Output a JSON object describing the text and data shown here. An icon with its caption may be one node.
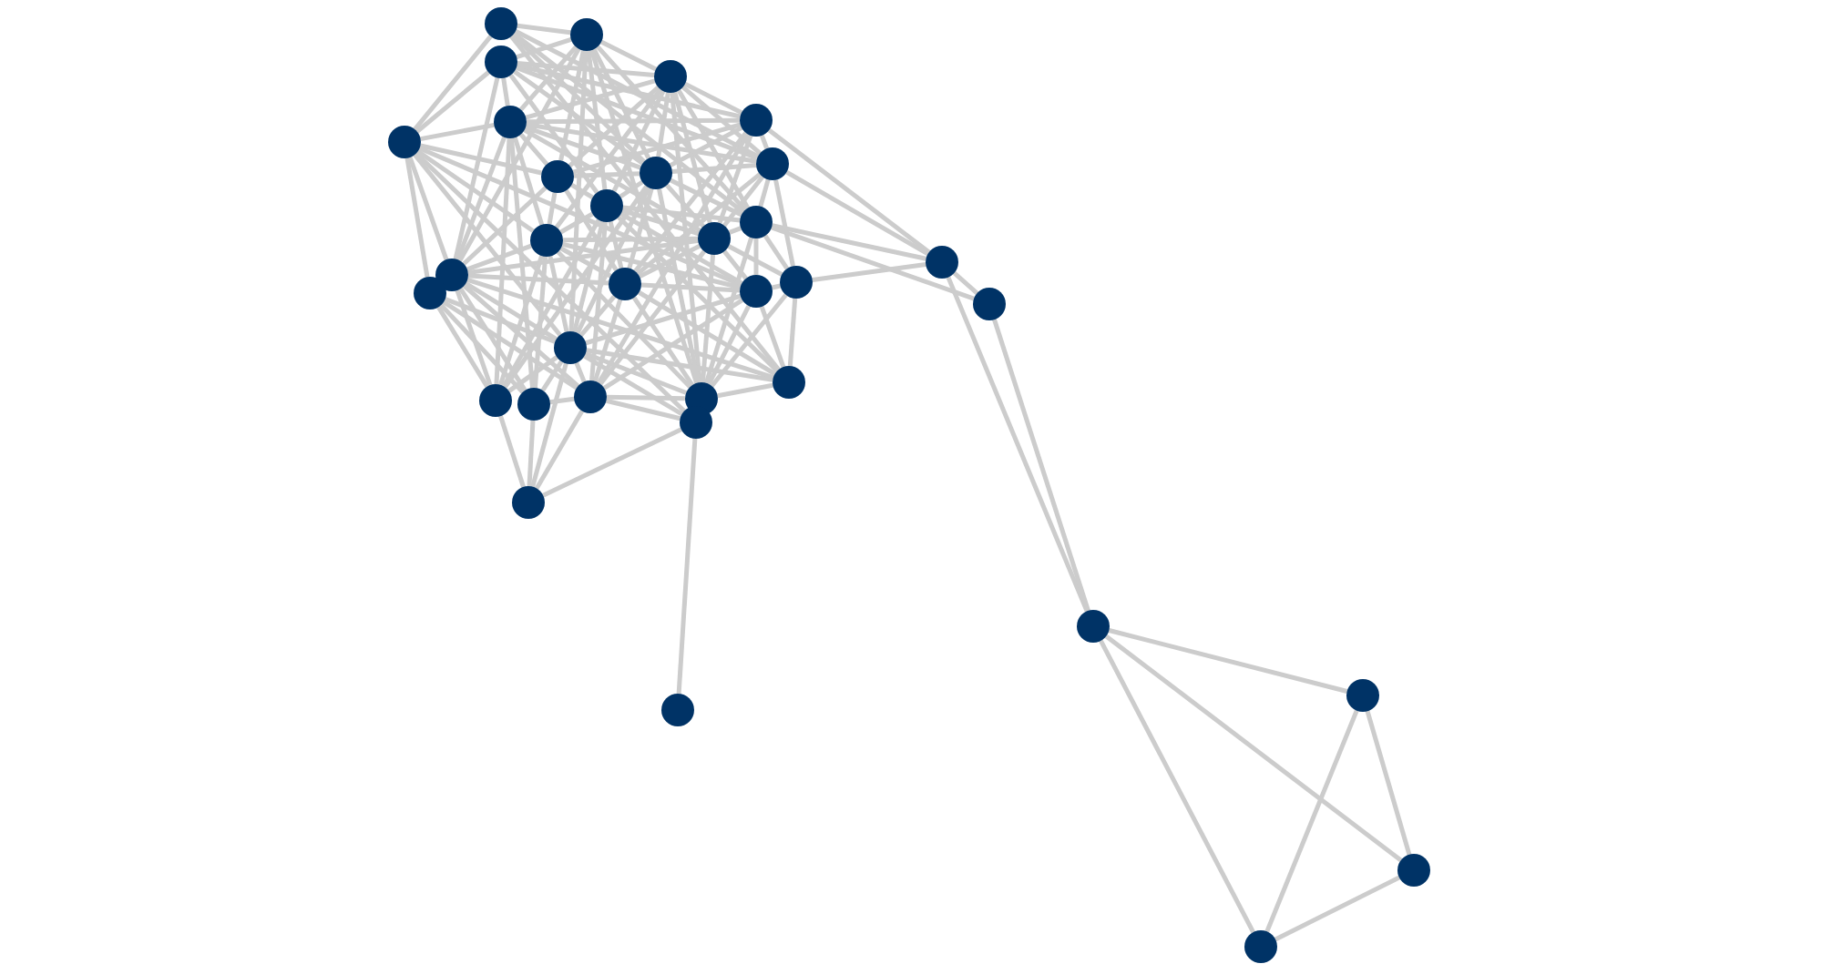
{
  "diagram": {
    "nodes": [
      {
        "text": [],
        "shape": "circle"
      },
      {
        "text": [],
        "shape": "circle"
      },
      {
        "text": [],
        "shape": "circle"
      },
      {
        "text": [],
        "shape": "circle"
      },
      {
        "text": [],
        "shape": "circle"
      },
      {
        "text": [],
        "shape": "circle"
      },
      {
        "text": [],
        "shape": "circle"
      },
      {
        "text": [],
        "shape": "circle"
      },
      {
        "text": [],
        "shape": "circle"
      },
      {
        "text": [],
        "shape": "circle"
      },
      {
        "text": [],
        "shape": "circle"
      },
      {
        "text": [],
        "shape": "circle"
      },
      {
        "text": [],
        "shape": "circle"
      },
      {
        "text": [],
        "shape": "circle"
      },
      {
        "text": [],
        "shape": "circle"
      },
      {
        "text": [],
        "shape": "circle"
      },
      {
        "text": [],
        "shape": "circle"
      },
      {
        "text": [],
        "shape": "circle"
      },
      {
        "text": [],
        "shape": "circle"
      },
      {
        "text": [],
        "shape": "circle"
      },
      {
        "text": [],
        "shape": "circle"
      },
      {
        "text": [],
        "shape": "circle"
      },
      {
        "text": [],
        "shape": "circle"
      },
      {
        "text": [],
        "shape": "circle"
      },
      {
        "text": [],
        "shape": "circle"
      },
      {
        "text": [],
        "shape": "circle"
      },
      {
        "text": [],
        "shape": "circle"
      },
      {
        "text": [],
        "shape": "circle"
      },
      {
        "text": [],
        "shape": "circle"
      },
      {
        "text": [],
        "shape": "circle"
      },
      {
        "text": [],
        "shape": "circle"
      },
      {
        "text": [],
        "shape": "circle"
      },
      {
        "text": [],
        "shape": "circle"
      },
      {
        "text": [],
        "shape": "circle"
      }
    ],
    "edges": [
      {
        "from": 0,
        "to": 1,
        "arrow": "none"
      },
      {
        "from": 0,
        "to": 6,
        "arrow": "none"
      },
      {
        "from": 0,
        "to": 7,
        "arrow": "none"
      },
      {
        "from": 0,
        "to": 9,
        "arrow": "none"
      },
      {
        "from": 0,
        "to": 11,
        "arrow": "none"
      },
      {
        "from": 0,
        "to": 20,
        "arrow": "none"
      },
      {
        "from": 1,
        "to": 2,
        "arrow": "none"
      },
      {
        "from": 1,
        "to": 3,
        "arrow": "none"
      },
      {
        "from": 1,
        "to": 5,
        "arrow": "none"
      },
      {
        "from": 1,
        "to": 8,
        "arrow": "none"
      },
      {
        "from": 1,
        "to": 9,
        "arrow": "none"
      },
      {
        "from": 1,
        "to": 10,
        "arrow": "none"
      },
      {
        "from": 1,
        "to": 11,
        "arrow": "none"
      },
      {
        "from": 1,
        "to": 14,
        "arrow": "none"
      },
      {
        "from": 1,
        "to": 19,
        "arrow": "none"
      },
      {
        "from": 1,
        "to": 24,
        "arrow": "none"
      },
      {
        "from": 2,
        "to": 3,
        "arrow": "none"
      },
      {
        "from": 2,
        "to": 4,
        "arrow": "none"
      },
      {
        "from": 2,
        "to": 5,
        "arrow": "none"
      },
      {
        "from": 2,
        "to": 6,
        "arrow": "none"
      },
      {
        "from": 2,
        "to": 7,
        "arrow": "none"
      },
      {
        "from": 2,
        "to": 9,
        "arrow": "none"
      },
      {
        "from": 2,
        "to": 10,
        "arrow": "none"
      },
      {
        "from": 2,
        "to": 14,
        "arrow": "none"
      },
      {
        "from": 3,
        "to": 4,
        "arrow": "none"
      },
      {
        "from": 3,
        "to": 5,
        "arrow": "none"
      },
      {
        "from": 3,
        "to": 7,
        "arrow": "none"
      },
      {
        "from": 3,
        "to": 8,
        "arrow": "none"
      },
      {
        "from": 3,
        "to": 9,
        "arrow": "none"
      },
      {
        "from": 3,
        "to": 10,
        "arrow": "none"
      },
      {
        "from": 3,
        "to": 11,
        "arrow": "none"
      },
      {
        "from": 3,
        "to": 12,
        "arrow": "none"
      },
      {
        "from": 3,
        "to": 13,
        "arrow": "none"
      },
      {
        "from": 3,
        "to": 24,
        "arrow": "none"
      },
      {
        "from": 4,
        "to": 5,
        "arrow": "none"
      },
      {
        "from": 4,
        "to": 7,
        "arrow": "none"
      },
      {
        "from": 4,
        "to": 8,
        "arrow": "none"
      },
      {
        "from": 4,
        "to": 9,
        "arrow": "none"
      },
      {
        "from": 4,
        "to": 13,
        "arrow": "none"
      },
      {
        "from": 4,
        "to": 16,
        "arrow": "none"
      },
      {
        "from": 4,
        "to": 23,
        "arrow": "none"
      },
      {
        "from": 5,
        "to": 6,
        "arrow": "none"
      },
      {
        "from": 5,
        "to": 7,
        "arrow": "none"
      },
      {
        "from": 5,
        "to": 8,
        "arrow": "none"
      },
      {
        "from": 5,
        "to": 9,
        "arrow": "none"
      },
      {
        "from": 5,
        "to": 12,
        "arrow": "none"
      },
      {
        "from": 5,
        "to": 13,
        "arrow": "none"
      },
      {
        "from": 5,
        "to": 14,
        "arrow": "none"
      },
      {
        "from": 5,
        "to": 21,
        "arrow": "none"
      },
      {
        "from": 5,
        "to": 22,
        "arrow": "none"
      },
      {
        "from": 6,
        "to": 8,
        "arrow": "none"
      },
      {
        "from": 6,
        "to": 12,
        "arrow": "none"
      },
      {
        "from": 6,
        "to": 14,
        "arrow": "none"
      },
      {
        "from": 6,
        "to": 15,
        "arrow": "none"
      },
      {
        "from": 6,
        "to": 17,
        "arrow": "none"
      },
      {
        "from": 6,
        "to": 19,
        "arrow": "none"
      },
      {
        "from": 6,
        "to": 25,
        "arrow": "none"
      },
      {
        "from": 7,
        "to": 9,
        "arrow": "none"
      },
      {
        "from": 7,
        "to": 11,
        "arrow": "none"
      },
      {
        "from": 7,
        "to": 13,
        "arrow": "none"
      },
      {
        "from": 7,
        "to": 16,
        "arrow": "none"
      },
      {
        "from": 7,
        "to": 18,
        "arrow": "none"
      },
      {
        "from": 8,
        "to": 9,
        "arrow": "none"
      },
      {
        "from": 8,
        "to": 10,
        "arrow": "none"
      },
      {
        "from": 8,
        "to": 12,
        "arrow": "none"
      },
      {
        "from": 8,
        "to": 14,
        "arrow": "none"
      },
      {
        "from": 8,
        "to": 16,
        "arrow": "none"
      },
      {
        "from": 9,
        "to": 10,
        "arrow": "none"
      },
      {
        "from": 9,
        "to": 11,
        "arrow": "none"
      },
      {
        "from": 9,
        "to": 13,
        "arrow": "none"
      },
      {
        "from": 9,
        "to": 16,
        "arrow": "none"
      },
      {
        "from": 9,
        "to": 19,
        "arrow": "none"
      },
      {
        "from": 9,
        "to": 21,
        "arrow": "none"
      },
      {
        "from": 9,
        "to": 24,
        "arrow": "none"
      },
      {
        "from": 10,
        "to": 11,
        "arrow": "none"
      },
      {
        "from": 10,
        "to": 12,
        "arrow": "none"
      },
      {
        "from": 10,
        "to": 13,
        "arrow": "none"
      },
      {
        "from": 10,
        "to": 16,
        "arrow": "none"
      },
      {
        "from": 10,
        "to": 17,
        "arrow": "none"
      },
      {
        "from": 10,
        "to": 19,
        "arrow": "none"
      },
      {
        "from": 10,
        "to": 20,
        "arrow": "none"
      },
      {
        "from": 10,
        "to": 21,
        "arrow": "none"
      },
      {
        "from": 10,
        "to": 23,
        "arrow": "none"
      },
      {
        "from": 11,
        "to": 13,
        "arrow": "none"
      },
      {
        "from": 11,
        "to": 17,
        "arrow": "none"
      },
      {
        "from": 11,
        "to": 18,
        "arrow": "none"
      },
      {
        "from": 11,
        "to": 24,
        "arrow": "none"
      },
      {
        "from": 12,
        "to": 13,
        "arrow": "none"
      },
      {
        "from": 12,
        "to": 14,
        "arrow": "none"
      },
      {
        "from": 12,
        "to": 16,
        "arrow": "none"
      },
      {
        "from": 12,
        "to": 17,
        "arrow": "none"
      },
      {
        "from": 12,
        "to": 19,
        "arrow": "none"
      },
      {
        "from": 12,
        "to": 21,
        "arrow": "none"
      },
      {
        "from": 12,
        "to": 22,
        "arrow": "none"
      },
      {
        "from": 12,
        "to": 24,
        "arrow": "none"
      },
      {
        "from": 13,
        "to": 14,
        "arrow": "none"
      },
      {
        "from": 13,
        "to": 16,
        "arrow": "none"
      },
      {
        "from": 13,
        "to": 17,
        "arrow": "none"
      },
      {
        "from": 13,
        "to": 18,
        "arrow": "none"
      },
      {
        "from": 13,
        "to": 23,
        "arrow": "none"
      },
      {
        "from": 13,
        "to": 24,
        "arrow": "none"
      },
      {
        "from": 14,
        "to": 16,
        "arrow": "none"
      },
      {
        "from": 14,
        "to": 19,
        "arrow": "none"
      },
      {
        "from": 14,
        "to": 20,
        "arrow": "none"
      },
      {
        "from": 14,
        "to": 21,
        "arrow": "none"
      },
      {
        "from": 14,
        "to": 22,
        "arrow": "none"
      },
      {
        "from": 14,
        "to": 23,
        "arrow": "none"
      },
      {
        "from": 15,
        "to": 19,
        "arrow": "none"
      },
      {
        "from": 15,
        "to": 21,
        "arrow": "none"
      },
      {
        "from": 15,
        "to": 22,
        "arrow": "none"
      },
      {
        "from": 15,
        "to": 23,
        "arrow": "none"
      },
      {
        "from": 16,
        "to": 17,
        "arrow": "none"
      },
      {
        "from": 16,
        "to": 19,
        "arrow": "none"
      },
      {
        "from": 16,
        "to": 20,
        "arrow": "none"
      },
      {
        "from": 16,
        "to": 23,
        "arrow": "none"
      },
      {
        "from": 16,
        "to": 24,
        "arrow": "none"
      },
      {
        "from": 17,
        "to": 18,
        "arrow": "none"
      },
      {
        "from": 17,
        "to": 19,
        "arrow": "none"
      },
      {
        "from": 17,
        "to": 20,
        "arrow": "none"
      },
      {
        "from": 17,
        "to": 23,
        "arrow": "none"
      },
      {
        "from": 17,
        "to": 24,
        "arrow": "none"
      },
      {
        "from": 18,
        "to": 20,
        "arrow": "none"
      },
      {
        "from": 18,
        "to": 24,
        "arrow": "none"
      },
      {
        "from": 19,
        "to": 20,
        "arrow": "none"
      },
      {
        "from": 19,
        "to": 21,
        "arrow": "none"
      },
      {
        "from": 19,
        "to": 22,
        "arrow": "none"
      },
      {
        "from": 19,
        "to": 23,
        "arrow": "none"
      },
      {
        "from": 19,
        "to": 24,
        "arrow": "none"
      },
      {
        "from": 19,
        "to": 25,
        "arrow": "none"
      },
      {
        "from": 19,
        "to": 26,
        "arrow": "none"
      },
      {
        "from": 20,
        "to": 24,
        "arrow": "none"
      },
      {
        "from": 21,
        "to": 26,
        "arrow": "none"
      },
      {
        "from": 22,
        "to": 23,
        "arrow": "none"
      },
      {
        "from": 22,
        "to": 26,
        "arrow": "none"
      },
      {
        "from": 23,
        "to": 24,
        "arrow": "none"
      },
      {
        "from": 23,
        "to": 25,
        "arrow": "none"
      },
      {
        "from": 23,
        "to": 26,
        "arrow": "none"
      },
      {
        "from": 25,
        "to": 26,
        "arrow": "none"
      },
      {
        "from": 25,
        "to": 27,
        "arrow": "none"
      },
      {
        "from": 4,
        "to": 28,
        "arrow": "none"
      },
      {
        "from": 7,
        "to": 28,
        "arrow": "none"
      },
      {
        "from": 11,
        "to": 28,
        "arrow": "none"
      },
      {
        "from": 18,
        "to": 28,
        "arrow": "none"
      },
      {
        "from": 11,
        "to": 29,
        "arrow": "none"
      },
      {
        "from": 28,
        "to": 29,
        "arrow": "none"
      },
      {
        "from": 28,
        "to": 30,
        "arrow": "none"
      },
      {
        "from": 29,
        "to": 30,
        "arrow": "none"
      },
      {
        "from": 30,
        "to": 31,
        "arrow": "none"
      },
      {
        "from": 30,
        "to": 32,
        "arrow": "none"
      },
      {
        "from": 30,
        "to": 33,
        "arrow": "none"
      },
      {
        "from": 31,
        "to": 32,
        "arrow": "none"
      },
      {
        "from": 31,
        "to": 33,
        "arrow": "none"
      },
      {
        "from": 32,
        "to": 33,
        "arrow": "none"
      }
    ]
  }
}
